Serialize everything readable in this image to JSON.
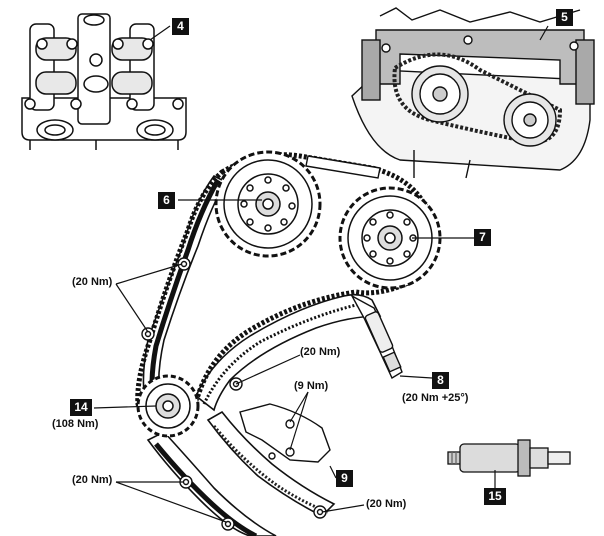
{
  "callouts": {
    "c4": "4",
    "c5": "5",
    "c6": "6",
    "c7": "7",
    "c8": "8",
    "c9": "9",
    "c14": "14",
    "c15": "15"
  },
  "torques": {
    "guide_upper": "(20 Nm)",
    "tensioner_rail": "(20 Nm)",
    "tensioner_bolts": "(9 Nm)",
    "camshaft_bolt": "(20 Nm +25°)",
    "crank_sprocket": "(108 Nm)",
    "guide_lower": "(20 Nm)",
    "rail_lower": "(20 Nm)"
  },
  "colors": {
    "line": "#111111",
    "chain": "#222222",
    "highlight_fill": "#cccccc"
  }
}
